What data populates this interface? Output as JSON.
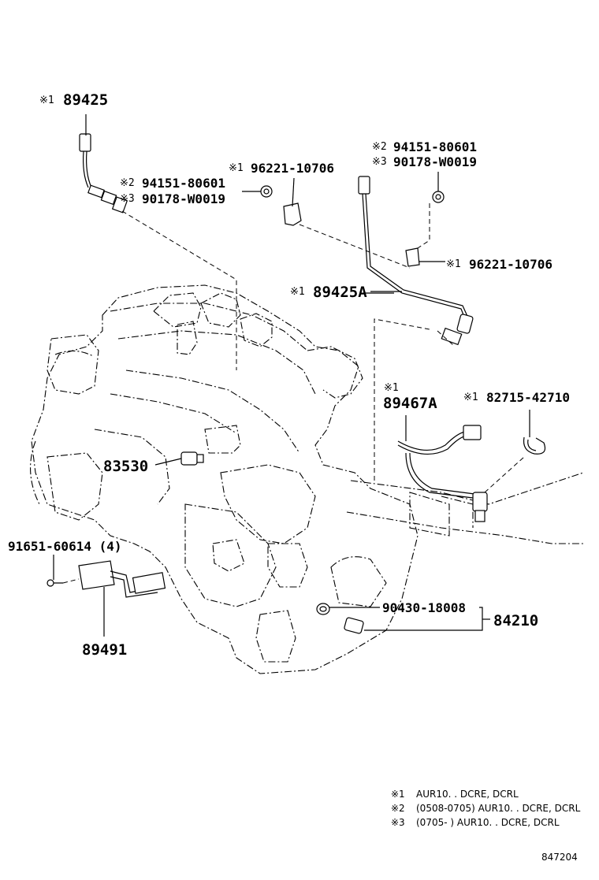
{
  "labels": {
    "p89425": {
      "mark": "※1",
      "num": "89425"
    },
    "p94151_left": {
      "mark": "※2",
      "num": "94151-80601"
    },
    "p90178_left": {
      "mark": "※3",
      "num": "90178-W0019"
    },
    "p96221_left": {
      "mark": "※1",
      "num": "96221-10706"
    },
    "p94151_right": {
      "mark": "※2",
      "num": "94151-80601"
    },
    "p90178_right": {
      "mark": "※3",
      "num": "90178-W0019"
    },
    "p96221_right": {
      "mark": "※1",
      "num": "96221-10706"
    },
    "p89425A": {
      "mark": "※1",
      "num": "89425A"
    },
    "p89467A": {
      "mark": "※1",
      "num": "89467A"
    },
    "p82715": {
      "mark": "※1",
      "num": "82715-42710"
    },
    "p83530": {
      "num": "83530"
    },
    "p91651": {
      "num": "91651-60614 (4)"
    },
    "p89491": {
      "num": "89491"
    },
    "p90430": {
      "num": "90430-18008"
    },
    "p84210": {
      "num": "84210"
    }
  },
  "notes": [
    {
      "mark": "※1",
      "text": "AUR10. . DCRE, DCRL"
    },
    {
      "mark": "※2",
      "text": "(0508-0705) AUR10. . DCRE, DCRL"
    },
    {
      "mark": "※3",
      "text": "(0705-        ) AUR10. . DCRE, DCRL"
    }
  ],
  "figure_code": "847204"
}
